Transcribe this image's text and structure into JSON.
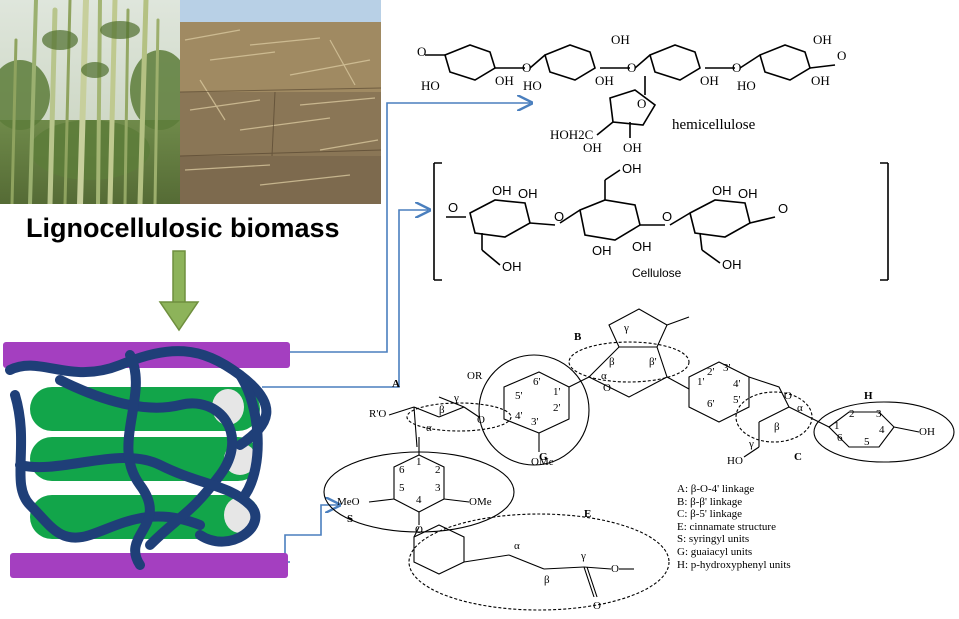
{
  "title": "Lignocellulosic biomass",
  "hemicellulose": {
    "label": "hemicellulose",
    "oh": "OH",
    "ho": "HO",
    "o": "O",
    "hoh2c": "HOH2C"
  },
  "cellulose": {
    "label": "Cellulose",
    "oh": "OH",
    "o": "O"
  },
  "lignin": {
    "units": {
      "A": "A",
      "B": "B",
      "C": "C",
      "E": "E",
      "G": "G",
      "H": "H",
      "S": "S"
    },
    "groups": {
      "or": "OR",
      "r_o": "R'O",
      "ome": "OMe",
      "meo": "MeO",
      "oh": "OH",
      "ho": "HO",
      "o": "O"
    },
    "greek": {
      "alpha": "α",
      "beta": "β",
      "gamma": "γ",
      "beta_prime": "β'"
    },
    "ring_numbers": {
      "one": "1",
      "two": "2",
      "three": "3",
      "four": "4",
      "five": "5",
      "six": "6"
    },
    "primed_numbers": {
      "one": "1'",
      "two": "2'",
      "three": "3'",
      "four": "4'",
      "five": "5'",
      "six": "6'"
    }
  },
  "legend": [
    "A: β-O-4' linkage",
    "B: β-β' linkage",
    "C: β-5' linkage",
    "E: cinnamate structure",
    "S: syringyl units",
    "G: guaiacyl units",
    "H: p-hydroxyphenyl units"
  ],
  "colors": {
    "green_fiber": "#12a54a",
    "blue_strand": "#1f3f78",
    "purple_bar": "#a43fc0",
    "arrow_blue": "#4a7fbe",
    "arrow_green": "#7fa94a"
  }
}
